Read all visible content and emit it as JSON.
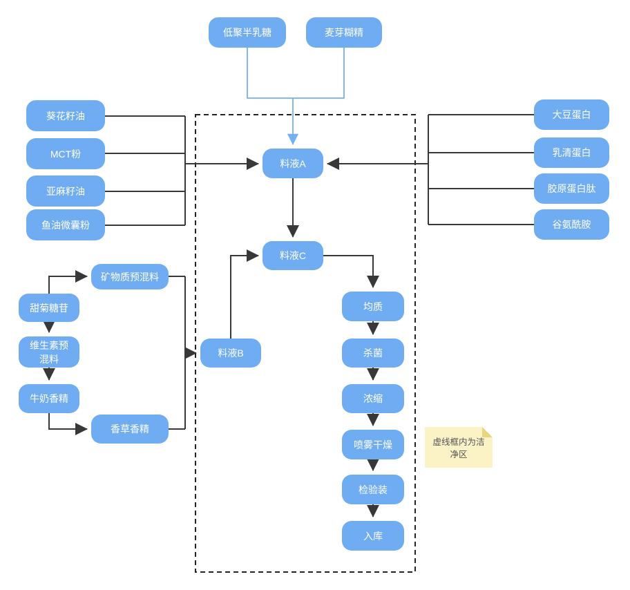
{
  "diagram": {
    "nodes": {
      "galacto_oligosaccharide": {
        "label": "低聚半乳糖"
      },
      "maltodextrin": {
        "label": "麦芽糊精"
      },
      "sunflower_oil": {
        "label": "葵花籽油"
      },
      "mct_powder": {
        "label": "MCT粉"
      },
      "flaxseed_oil": {
        "label": "亚麻籽油"
      },
      "fish_oil_microcapsule_powder": {
        "label": "鱼油微囊粉"
      },
      "soy_protein": {
        "label": "大豆蛋白"
      },
      "whey_protein": {
        "label": "乳清蛋白"
      },
      "collagen_peptide": {
        "label": "胶原蛋白肽"
      },
      "glutamine": {
        "label": "谷氨酰胺"
      },
      "mineral_premix": {
        "label": "矿物质预混料"
      },
      "stevia_glycoside": {
        "label": "甜菊糖苷"
      },
      "vitamin_premix": {
        "label": "维生素预混料"
      },
      "milk_flavor": {
        "label": "牛奶香精"
      },
      "vanilla_flavor": {
        "label": "香草香精"
      },
      "liquid_a": {
        "label": "料液A"
      },
      "liquid_b": {
        "label": "料液B"
      },
      "liquid_c": {
        "label": "料液C"
      },
      "homogenize": {
        "label": "均质"
      },
      "sterilize": {
        "label": "杀菌"
      },
      "concentrate": {
        "label": "浓缩"
      },
      "spray_dry": {
        "label": "喷雾干燥"
      },
      "inspect_pack": {
        "label": "检验装"
      },
      "warehouse": {
        "label": "入库"
      }
    },
    "note": {
      "text": "虚线框内为洁净区"
    },
    "colors": {
      "node_fill": "#6FACF1",
      "connector_dark": "#383838",
      "connector_light": "#74AFEF",
      "clean_zone_border": "#222222",
      "note_fill": "#FBF3C6",
      "note_fold": "#E6D77E"
    }
  }
}
